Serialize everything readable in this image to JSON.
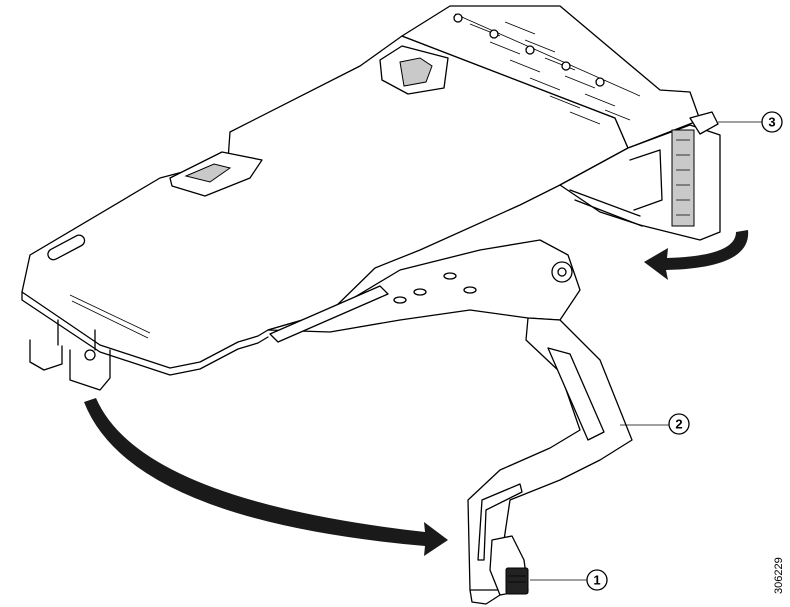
{
  "figure": {
    "id_label": "306229",
    "callouts": [
      {
        "number": "1"
      },
      {
        "number": "2"
      },
      {
        "number": "3"
      }
    ],
    "colors": {
      "line": "#000000",
      "arrow": "#1a1a1a",
      "background": "#ffffff"
    }
  }
}
